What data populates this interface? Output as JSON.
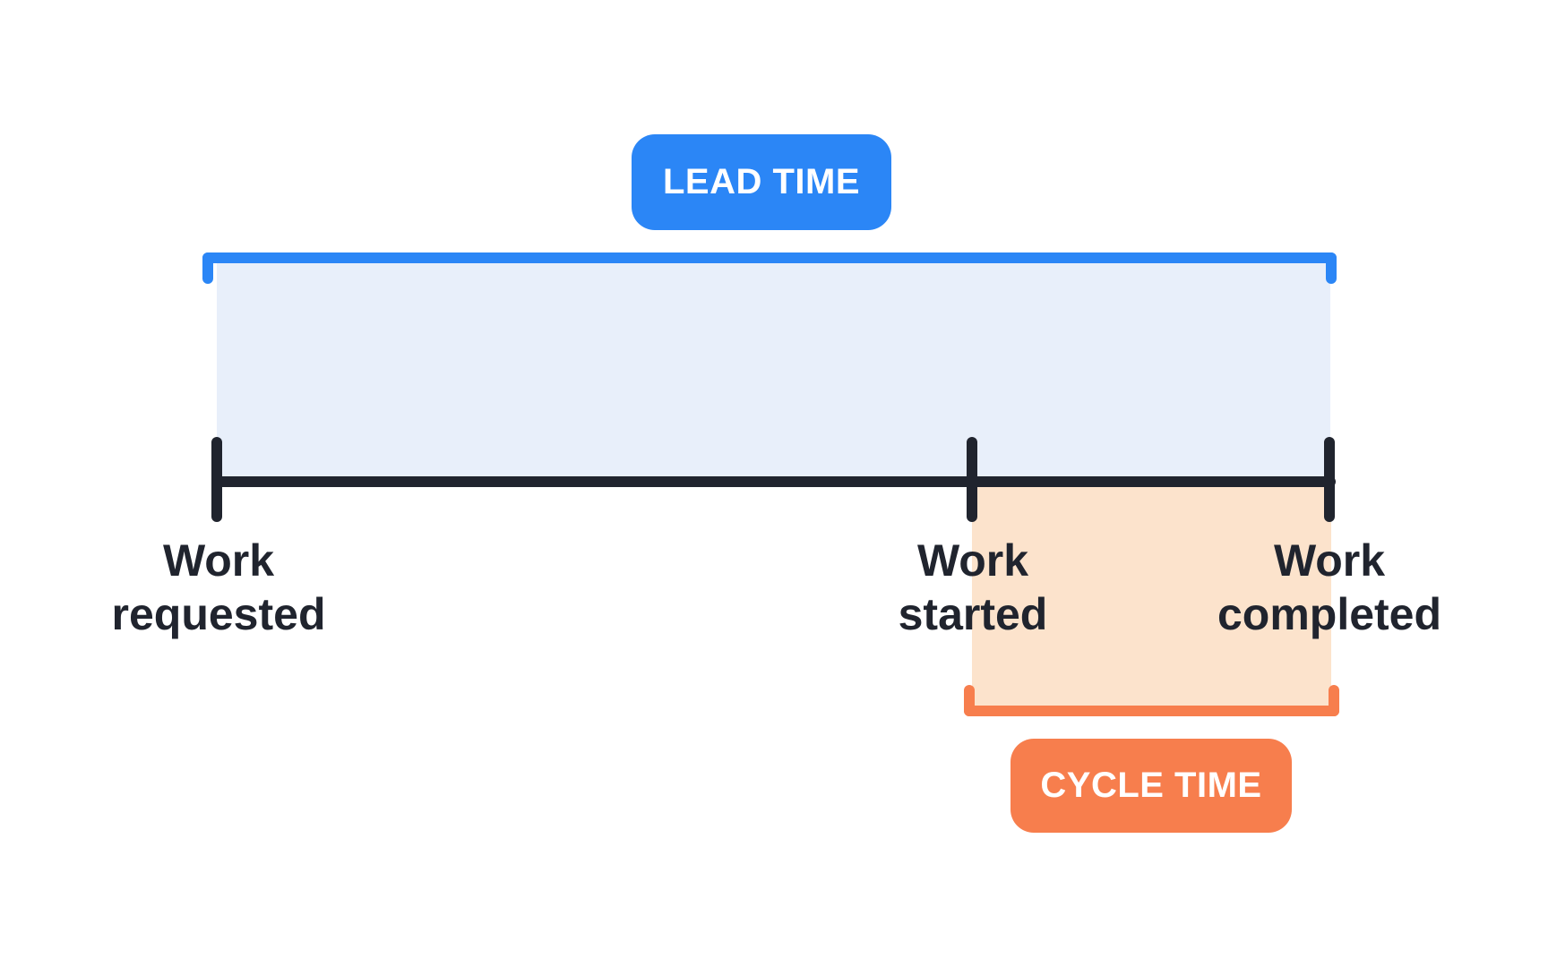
{
  "diagram": {
    "type": "timeline-span-diagram",
    "lead_time_label": "LEAD TIME",
    "cycle_time_label": "CYCLE TIME",
    "milestones": [
      {
        "line1": "Work",
        "line2": "requested"
      },
      {
        "line1": "Work",
        "line2": "started"
      },
      {
        "line1": "Work",
        "line2": "completed"
      }
    ],
    "colors": {
      "lead-accent": "#2B86F6",
      "lead-fill": "#E8EFFA",
      "cycle-accent": "#F77E4D",
      "cycle-fill": "#FCE3CC",
      "ink": "#20242E",
      "background": "#FFFFFF"
    }
  }
}
